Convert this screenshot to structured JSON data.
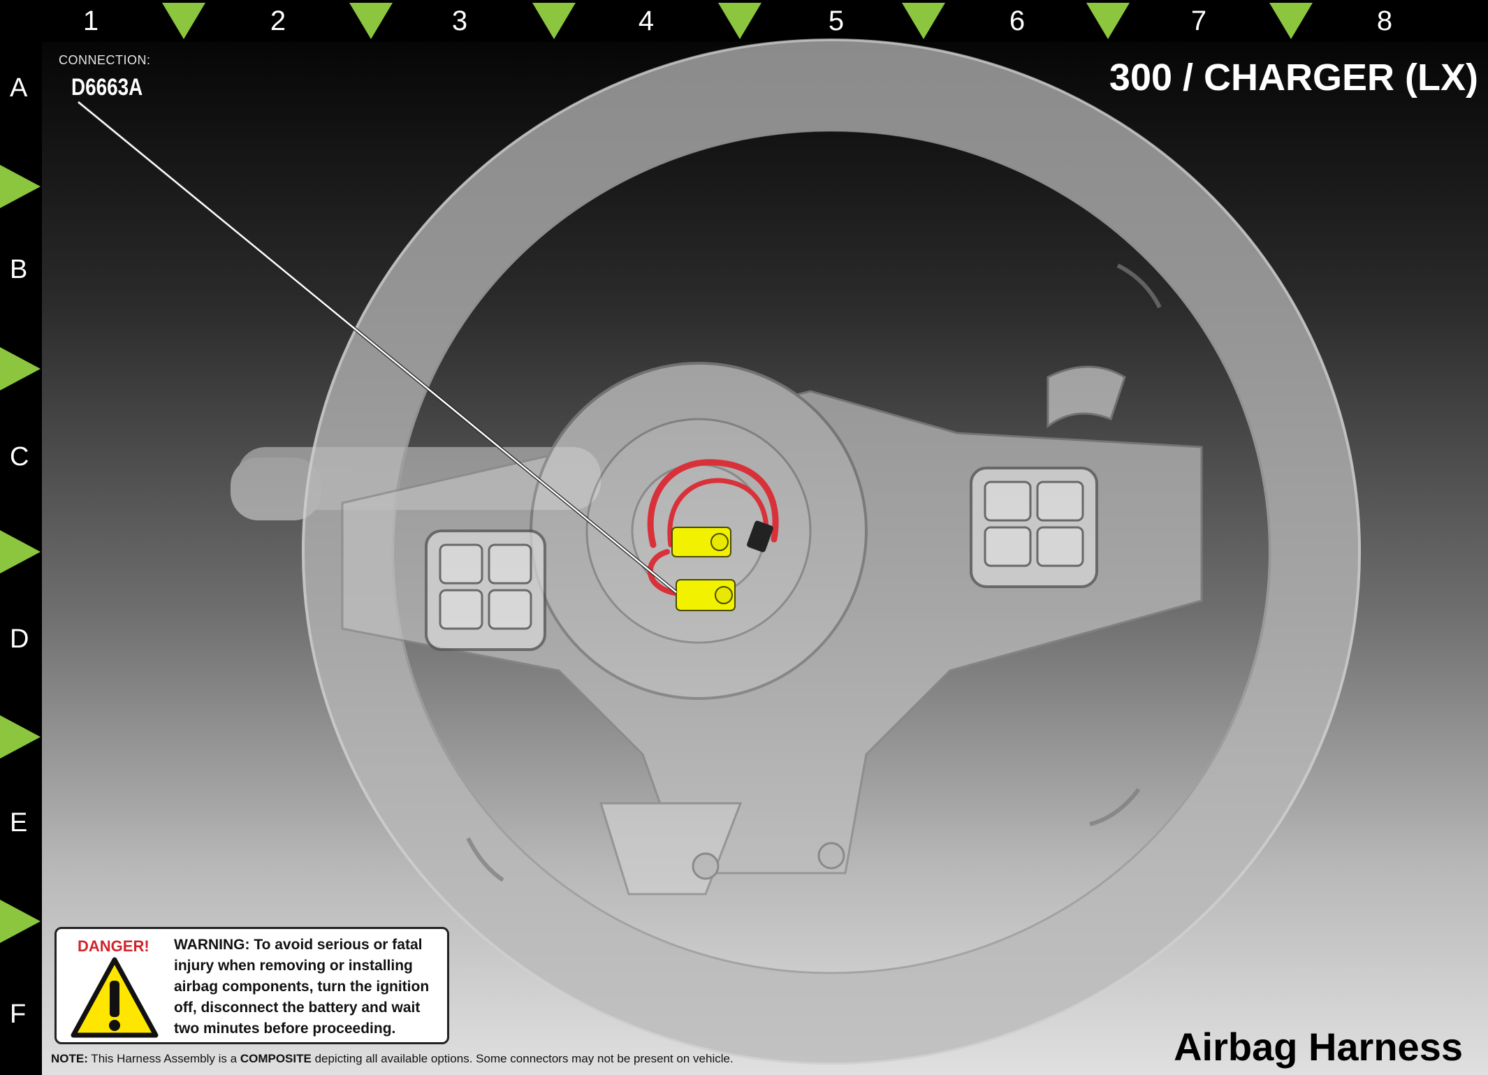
{
  "grid": {
    "columns": [
      "1",
      "2",
      "3",
      "4",
      "5",
      "6",
      "7",
      "8"
    ],
    "rows": [
      "A",
      "B",
      "C",
      "D",
      "E",
      "F"
    ]
  },
  "connection": {
    "label": "CONNECTION:",
    "id": "D6663A"
  },
  "model_title": "300 / CHARGER (LX)",
  "diagram_title": "Airbag Harness",
  "danger": {
    "heading": "DANGER!",
    "text": "WARNING: To avoid serious or fatal injury when removing or installing airbag components, turn the ignition off, disconnect the battery and wait two minutes before proceeding."
  },
  "note": {
    "prefix": "NOTE:",
    "text_1": " This Harness Assembly is a ",
    "emphasis": "COMPOSITE",
    "text_2": " depicting all available options. Some connectors may not be present on vehicle."
  },
  "colors": {
    "marker_green": "#8cc63f",
    "harness_red": "#d9313a",
    "connector_yellow": "#f2f200",
    "danger_red": "#d2232a",
    "warning_yellow": "#ffe600"
  },
  "icons": [
    "grid-marker-triangle-icon",
    "danger-warning-triangle-icon"
  ]
}
